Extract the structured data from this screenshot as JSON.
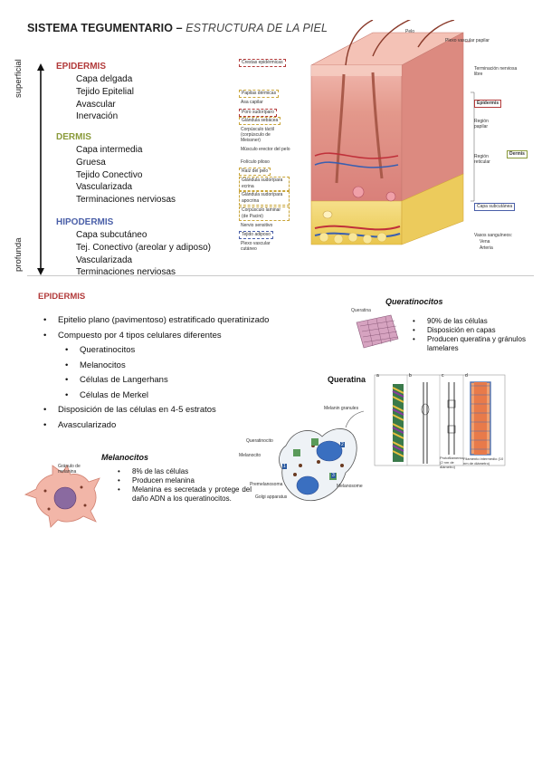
{
  "header": {
    "title_main": "SISTEMA TEGUMENTARIO",
    "title_sep": " – ",
    "title_sub": "ESTRUCTURA DE LA PIEL"
  },
  "axis": {
    "top_label": "superficial",
    "bottom_label": "profunda"
  },
  "layers": [
    {
      "name": "EPIDERMIS",
      "color": "#b23a3a",
      "items": [
        "Capa delgada",
        "Tejido Epitelial",
        "Avascular",
        "Inervación"
      ]
    },
    {
      "name": "DERMIS",
      "color": "#8a9a3a",
      "items": [
        "Capa intermedia",
        "Gruesa",
        "Tejido Conectivo",
        "Vascularizada",
        "Terminaciones nerviosas"
      ]
    },
    {
      "name": "HIPODERMIS",
      "color": "#4a5fa8",
      "items": [
        "Capa subcutáneo",
        "Tej. Conectivo (areolar y adiposo)",
        "Vascularizada",
        "Terminaciones nerviosas"
      ]
    }
  ],
  "diagram_labels": {
    "left": [
      "Crestas epidérmicas",
      "Papilas dérmicas",
      "Asa capilar",
      "Poro sudoríparo",
      "Glándula sebácea",
      "Corpúsculo táctil (corpúsculo de Meissner)",
      "Músculo erector del pelo",
      "Folículo piloso",
      "Raíz del pelo",
      "Glándula sudorípara ecrina",
      "Glándula sudorípara apocrina",
      "Corpúsculo laminar (de Pacini)",
      "Nervio sensitivo",
      "Tejido adiposo",
      "Plexo vascular cutáneo"
    ],
    "top": [
      "Pelo",
      "Plexo vascular papilar",
      "Terminación nerviosa libre"
    ],
    "right": [
      "Epidermis",
      "Región papilar",
      "Región reticular",
      "Dermis",
      "Capa subcutánea"
    ],
    "bottom_right": [
      "Vasos sanguíneos:",
      "Vena",
      "Arteria"
    ]
  },
  "epidermis_section": {
    "heading": "EPIDERMIS",
    "bullets": [
      {
        "text": "Epitelio plano (pavimentoso) estratificado queratinizado",
        "level": 0
      },
      {
        "text": "Compuesto por 4 tipos celulares diferentes",
        "level": 0
      },
      {
        "text": "Queratinocitos",
        "level": 1
      },
      {
        "text": "Melanocitos",
        "level": 1
      },
      {
        "text": "Células de Langerhans",
        "level": 1
      },
      {
        "text": "Células de Merkel",
        "level": 1
      },
      {
        "text": "Disposición de las células en 4-5 estratos",
        "level": 0
      },
      {
        "text": "Avascularizado",
        "level": 0
      }
    ]
  },
  "queratinocitos": {
    "title": "Queratinocitos",
    "image_label": "Queratina",
    "bullets": [
      "90% de las células",
      "Disposición en capas",
      "Producen queratina y gránulos lamelares"
    ]
  },
  "queratina_figure": {
    "label": "Queratina",
    "panel_labels": [
      "a",
      "b",
      "c",
      "d"
    ],
    "captions": [
      "Protofilamento (2 nm de diámetro)",
      "Filamento intermedio (10 nm de diámetro)"
    ]
  },
  "melanocytes_diagram": {
    "labels": [
      "Melanocito",
      "Queratinocito",
      "Premelanosoma",
      "Golgi apparatus",
      "Melanosome",
      "Melanin granules"
    ],
    "numbers": [
      "1",
      "2",
      "3"
    ]
  },
  "melanocitos": {
    "title": "Melanocitos",
    "image_label": "Gránulo de melanina",
    "bullets": [
      "8% de las células",
      "Producen melanina",
      "Melanina es secretada y protege del daño ADN a los queratinocitos."
    ]
  },
  "colors": {
    "epidermis": "#b23a3a",
    "dermis": "#8a9a3a",
    "hipodermis": "#4a5fa8",
    "skin": "#e59a8e",
    "fat": "#f2d36a"
  }
}
